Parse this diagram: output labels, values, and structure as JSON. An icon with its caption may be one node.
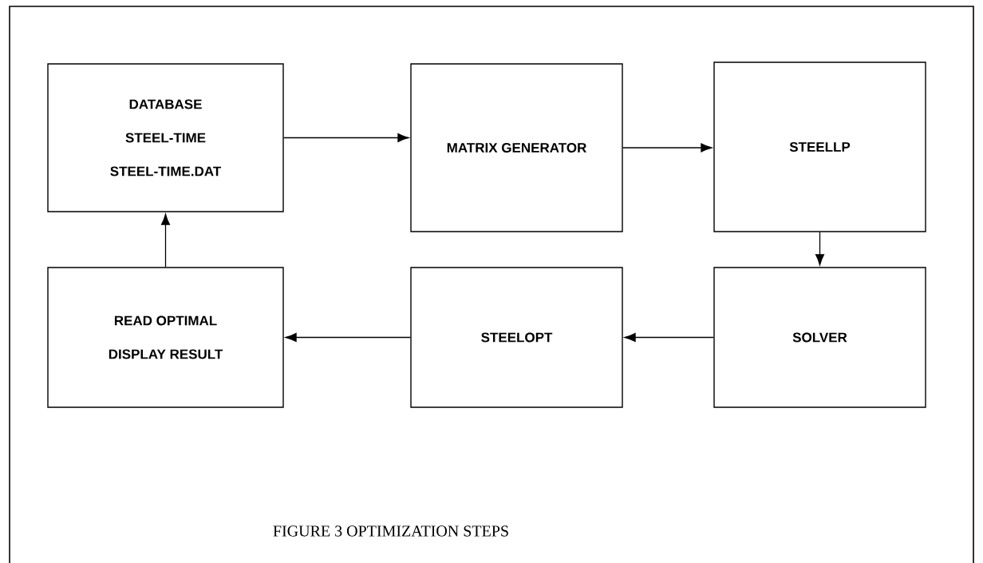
{
  "diagram": {
    "caption": "FIGURE 3 OPTIMIZATION STEPS",
    "nodes": [
      {
        "text": [
          "DATABASE",
          "STEEL-TIME",
          "STEEL-TIME.DAT"
        ]
      },
      {
        "text": [
          "MATRIX GENERATOR"
        ]
      },
      {
        "text": [
          "STEELLP"
        ]
      },
      {
        "text": [
          "SOLVER"
        ]
      },
      {
        "text": [
          "STEELOPT"
        ]
      },
      {
        "text": [
          "READ OPTIMAL",
          "DISPLAY RESULT"
        ]
      }
    ],
    "edges": [
      {
        "from": 0,
        "to": 1,
        "arrow": "to"
      },
      {
        "from": 1,
        "to": 2,
        "arrow": "to"
      },
      {
        "from": 2,
        "to": 3,
        "arrow": "to"
      },
      {
        "from": 3,
        "to": 4,
        "arrow": "to"
      },
      {
        "from": 4,
        "to": 5,
        "arrow": "to"
      },
      {
        "from": 5,
        "to": 0,
        "arrow": "to"
      }
    ]
  }
}
